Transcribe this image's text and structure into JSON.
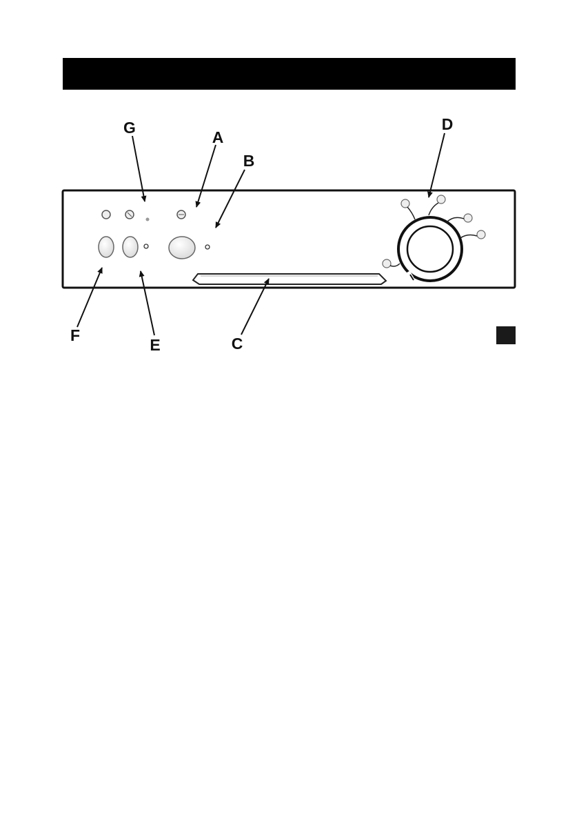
{
  "diagram": {
    "callouts": [
      {
        "id": "G",
        "letter": "G"
      },
      {
        "id": "A",
        "letter": "A"
      },
      {
        "id": "B",
        "letter": "B"
      },
      {
        "id": "D",
        "letter": "D"
      },
      {
        "id": "F",
        "letter": "F"
      },
      {
        "id": "E",
        "letter": "E"
      },
      {
        "id": "C",
        "letter": "C"
      }
    ]
  },
  "colors": {
    "ink": "#111111",
    "panel_fill": "#ffffff",
    "button_fill": "#f2f2f2"
  }
}
